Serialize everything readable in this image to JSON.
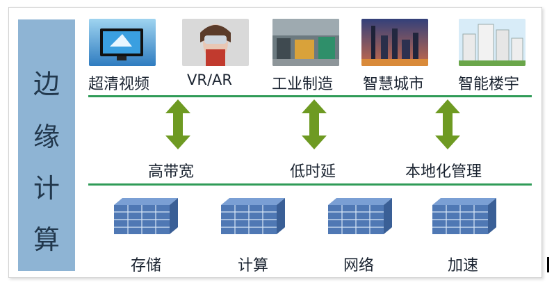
{
  "side_title": [
    "边",
    "缘",
    "计",
    "算"
  ],
  "apps": [
    {
      "label": "超清视频",
      "icon": "tv-image"
    },
    {
      "label": "VR/AR",
      "icon": "vr-headset-image"
    },
    {
      "label": "工业制造",
      "icon": "factory-image"
    },
    {
      "label": "智慧城市",
      "icon": "city-skyline-image"
    },
    {
      "label": "智能楼宇",
      "icon": "buildings-image"
    }
  ],
  "features": [
    "高带宽",
    "低时延",
    "本地化管理"
  ],
  "resources": [
    "存储",
    "计算",
    "网络",
    "加速"
  ],
  "colors": {
    "accent_line": "#2f9b57",
    "arrow": "#6e9a22",
    "side_panel": "#8eb4d4",
    "server": "#4f78b4"
  }
}
